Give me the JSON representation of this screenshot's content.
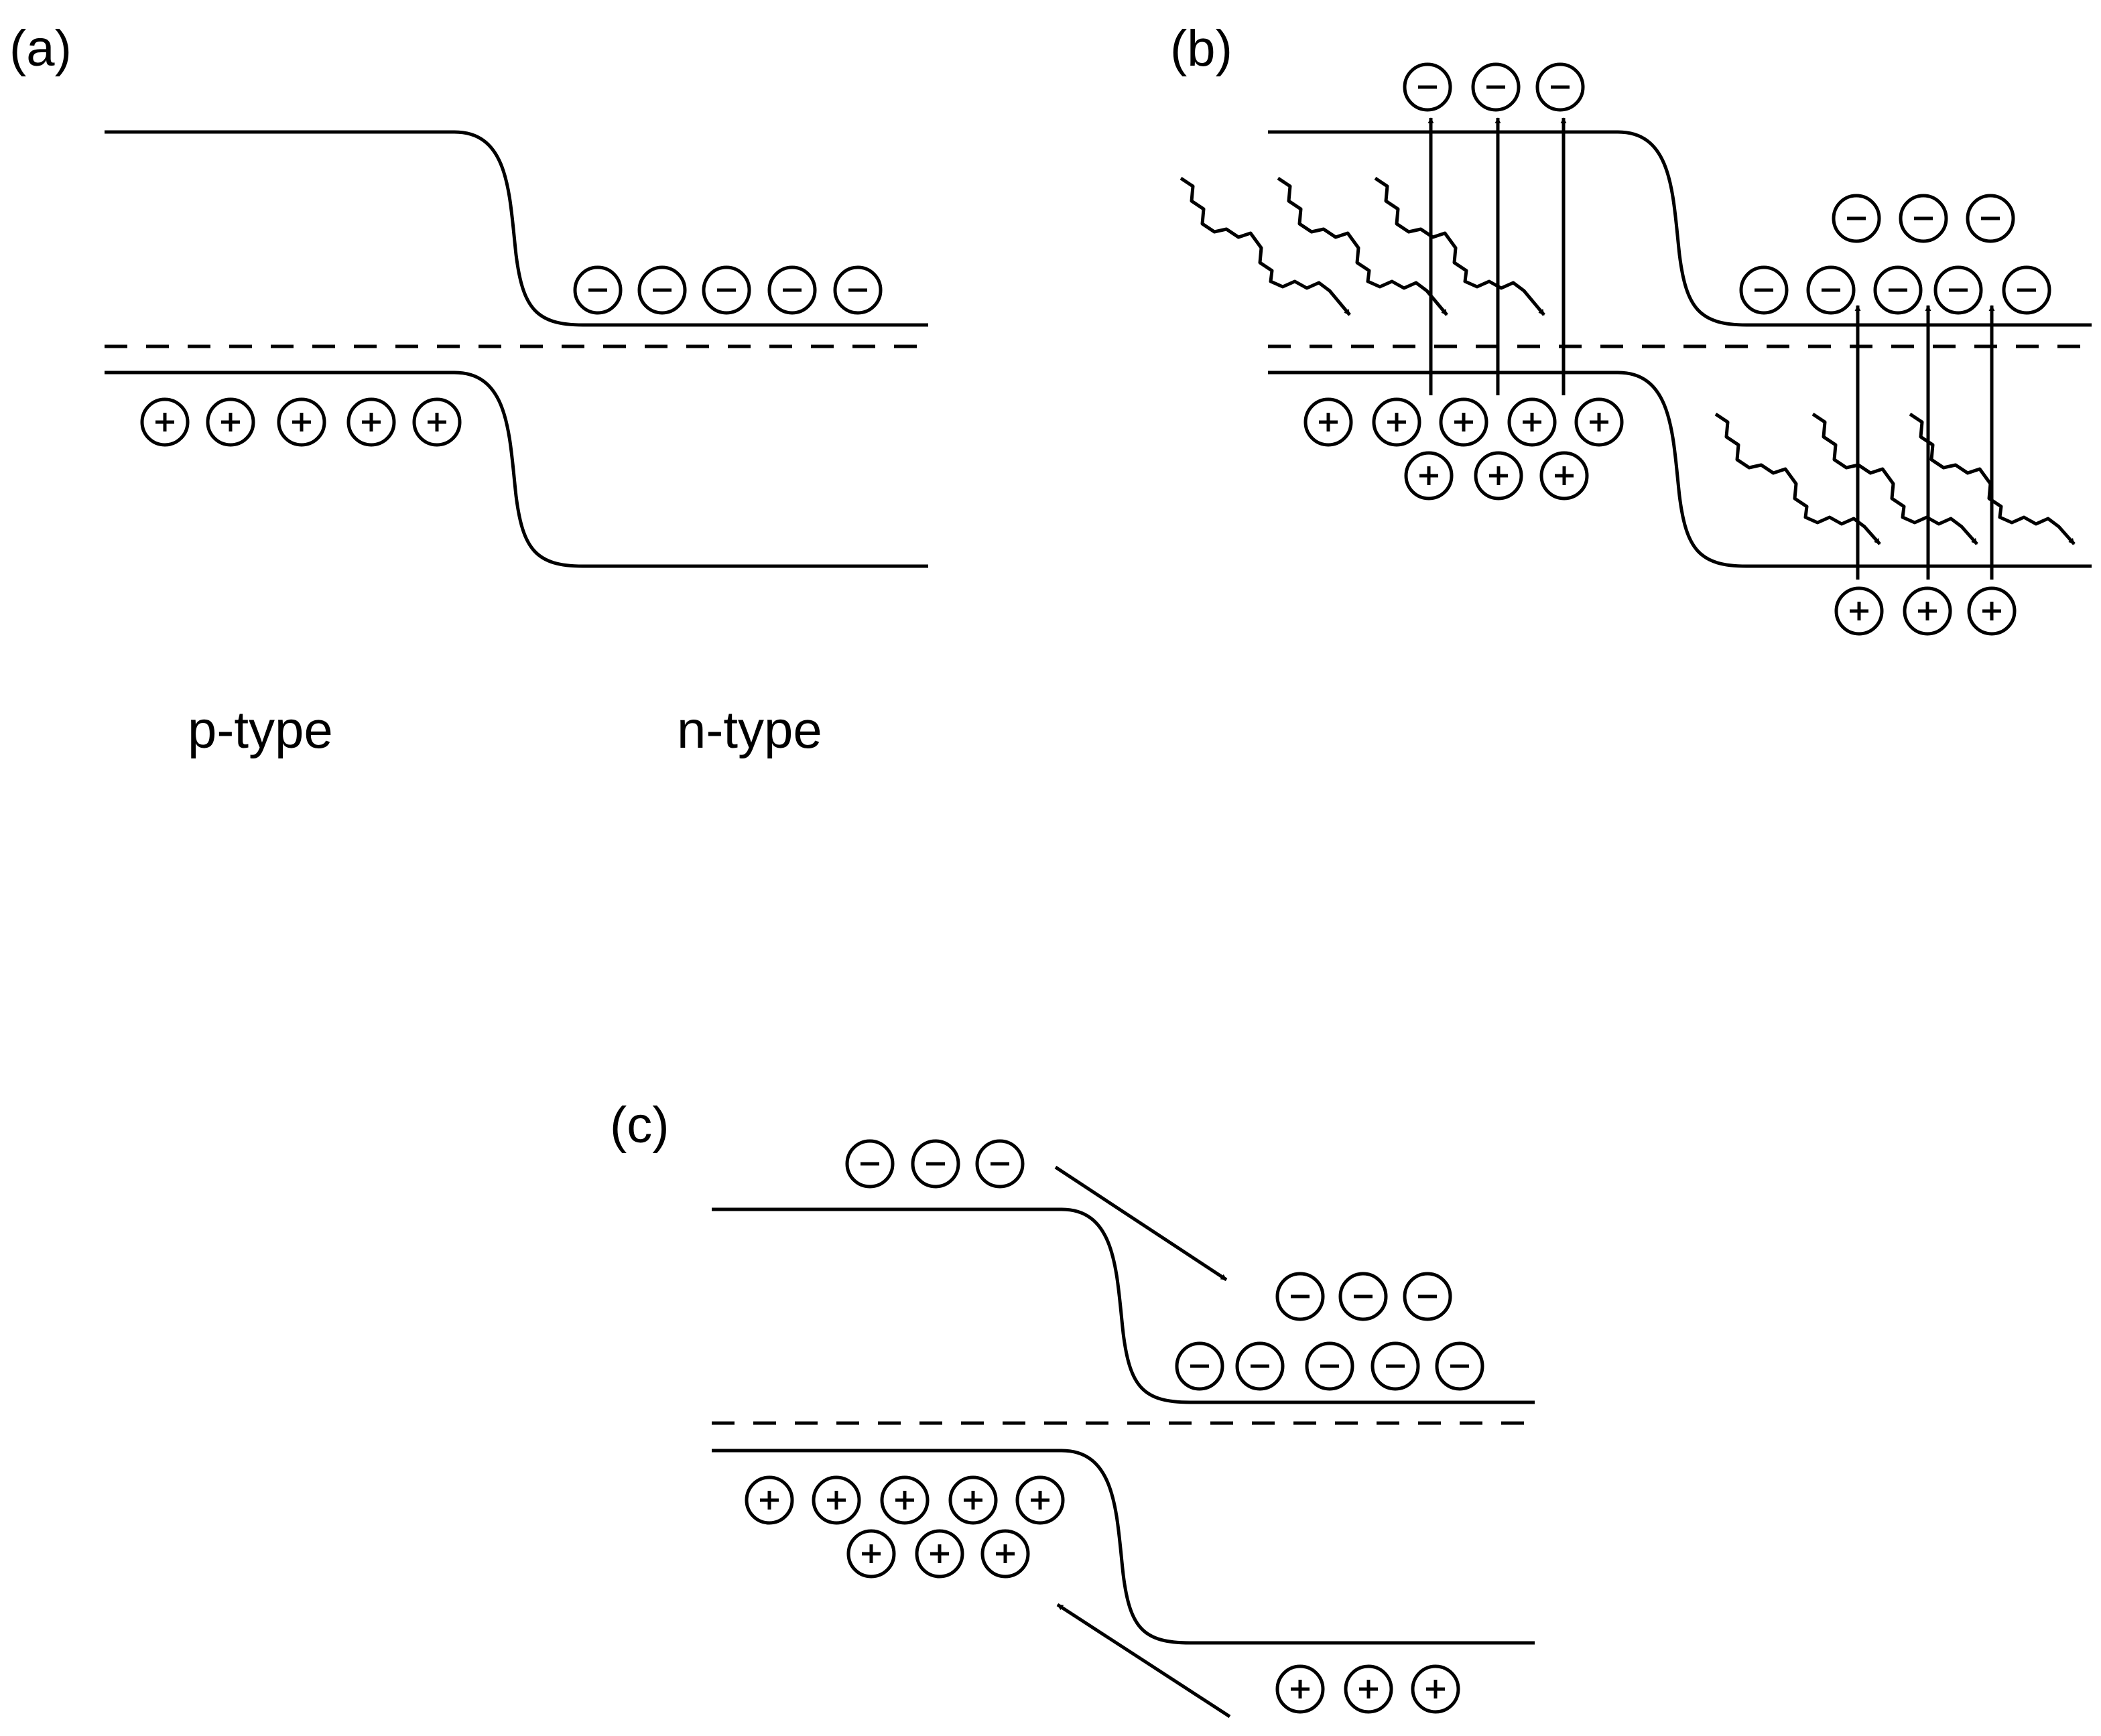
{
  "panels": [
    {
      "id": "a",
      "label": "(a)"
    },
    {
      "id": "b",
      "label": "(b)"
    },
    {
      "id": "c",
      "label": "(c)"
    }
  ],
  "labels": {
    "p_type": "p-type",
    "n_type": "n-type"
  },
  "carrier_symbols": {
    "electron": "−",
    "hole": "+"
  }
}
